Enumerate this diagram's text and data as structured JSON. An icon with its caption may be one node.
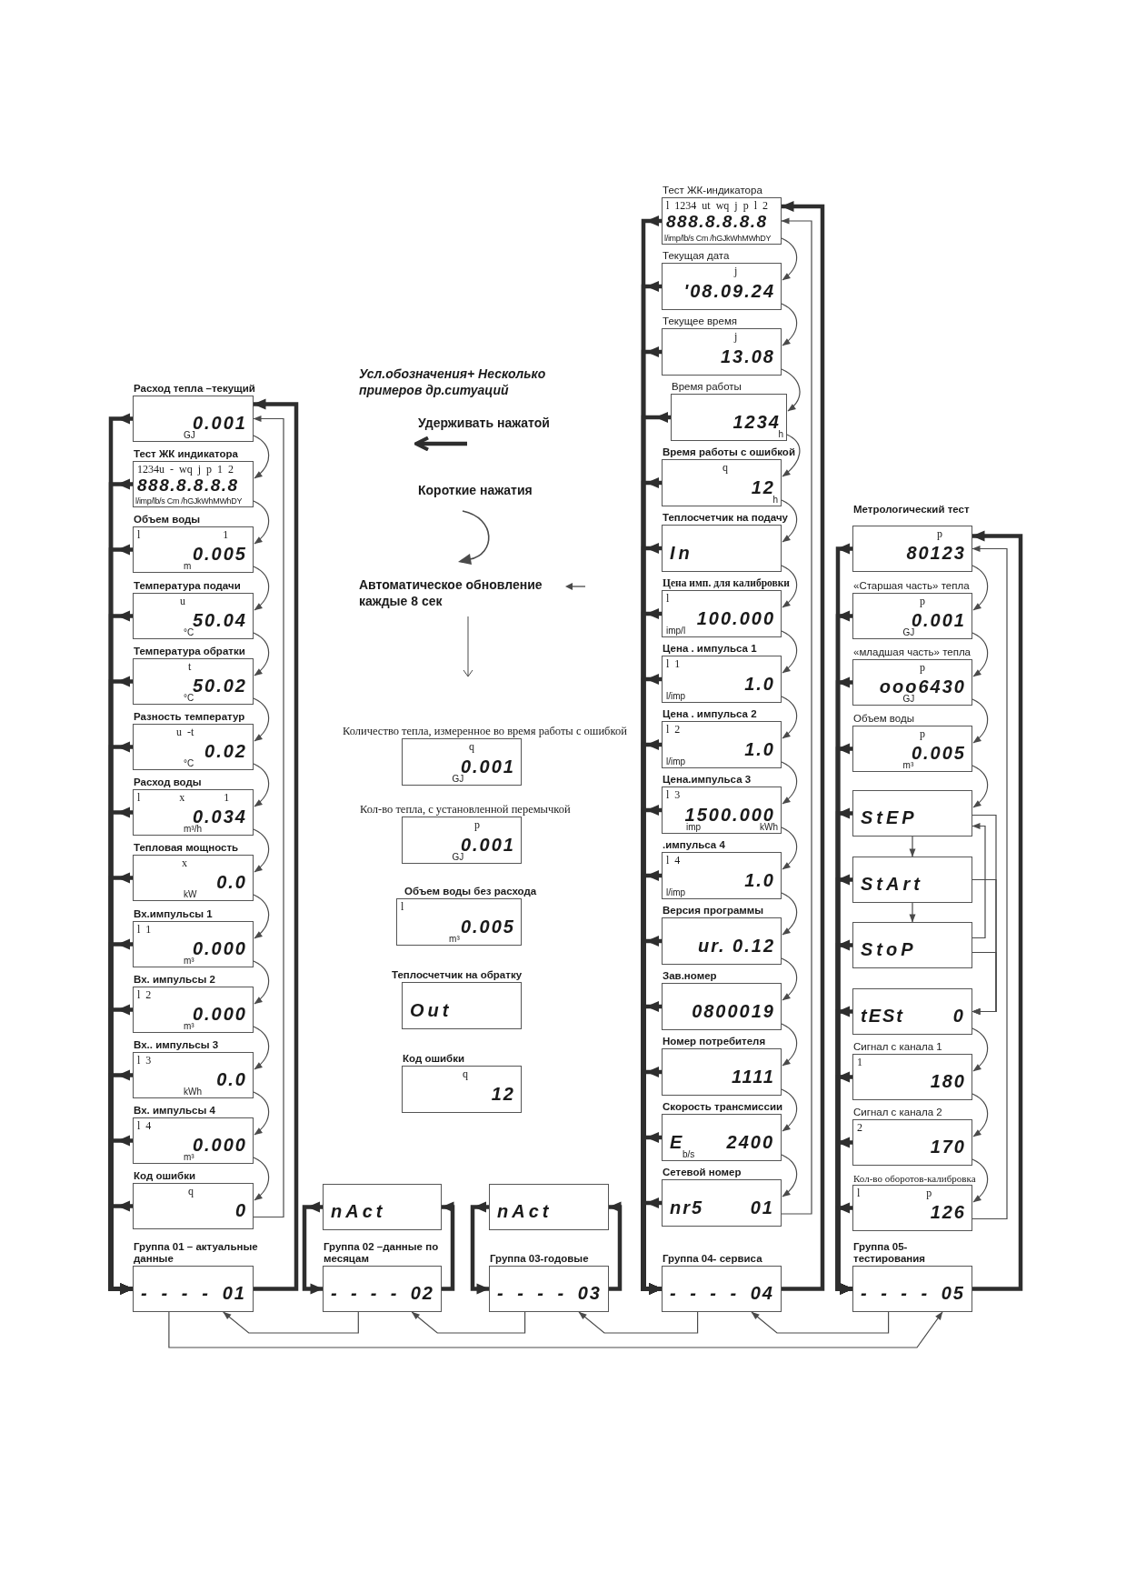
{
  "diagram": {
    "nodes": [
      {
        "text": [
          "Расход тепла –текущий",
          "0.001",
          "GJ"
        ]
      },
      {
        "text": [
          "Тест ЖК индикатора",
          "1234u - wq j p 1 2",
          "888.8.8.8.8",
          "l/imp/lb/s Cm /hGJkWhMWhDY"
        ]
      },
      {
        "text": [
          "Объем воды",
          "l 1",
          "0.005",
          "m"
        ]
      },
      {
        "text": [
          "Температура подачи",
          "u",
          "50.04",
          "°C"
        ]
      },
      {
        "text": [
          "Температура обратки",
          "t",
          "50.02",
          "°C"
        ]
      },
      {
        "text": [
          "Разность температур",
          "u -t",
          "0.02",
          "°C"
        ]
      },
      {
        "text": [
          "Расход воды",
          "l x 1",
          "0.034",
          "m³/h"
        ]
      },
      {
        "text": [
          "Тепловая мощность",
          "x",
          "0.0",
          "kW"
        ]
      },
      {
        "text": [
          "Вх.импульсы 1",
          "l 1",
          "0.000",
          "m³"
        ]
      },
      {
        "text": [
          "Вх. импульсы 2",
          "l 2",
          "0.000",
          "m³"
        ]
      },
      {
        "text": [
          "Вх.. импульсы 3",
          "l 3",
          "0.0",
          "kWh"
        ]
      },
      {
        "text": [
          "Вх. импульсы 4",
          "l 4",
          "0.000",
          "m³"
        ]
      },
      {
        "text": [
          "Код ошибки",
          "q",
          "0"
        ]
      },
      {
        "text": [
          "Группа 01 – актуальные данные",
          "- - - - 01"
        ]
      },
      {
        "text": [
          "Количество тепла, измеренное во время работы с ошибкой",
          "q",
          "0.001",
          "GJ"
        ]
      },
      {
        "text": [
          "Кол-во тепла, с установленной перемычкой",
          "p",
          "0.001",
          "GJ"
        ]
      },
      {
        "text": [
          "Объем воды без расхода",
          "l",
          "0.005",
          "m³"
        ]
      },
      {
        "text": [
          "Теплосчетчик на обратку",
          "Out"
        ]
      },
      {
        "text": [
          "Код ошибки",
          "q",
          "12"
        ]
      },
      {
        "text": [
          "nAct"
        ]
      },
      {
        "text": [
          "Группа 02 –данные по месяцам",
          "- - - - 02"
        ]
      },
      {
        "text": [
          "nAct"
        ]
      },
      {
        "text": [
          "Группа 03-годовые",
          "- - - - 03"
        ]
      },
      {
        "text": [
          "Тест ЖК-индикатора",
          "l 1234 ut wq j p l 2",
          "888.8.8.8.8",
          "l/imp/lb/s Cm /hGJkWhMWhDY"
        ]
      },
      {
        "text": [
          "Текущая дата",
          "j",
          "'08.09.24"
        ]
      },
      {
        "text": [
          "Текущее время",
          "j",
          "13.08"
        ]
      },
      {
        "text": [
          "Время работы",
          "1234",
          "h"
        ]
      },
      {
        "text": [
          "Время работы с ошибкой",
          "q",
          "12",
          "h"
        ]
      },
      {
        "text": [
          "Теплосчетчик на подачу",
          "In"
        ]
      },
      {
        "text": [
          "Цена имп. для калибровки",
          "l",
          "100.000",
          "imp/l"
        ]
      },
      {
        "text": [
          "Цена . импульса 1",
          "l 1",
          "1.0",
          "l/imp"
        ]
      },
      {
        "text": [
          "Цена . импульса 2",
          "l 2",
          "1.0",
          "l/imp"
        ]
      },
      {
        "text": [
          "Цена.импульса 3",
          "l 3",
          "1500.000",
          "imp",
          "kWh"
        ]
      },
      {
        "text": [
          ".импульса 4",
          "l 4",
          "1.0",
          "l/imp"
        ]
      },
      {
        "text": [
          "Версия программы",
          "ur. 0.12"
        ]
      },
      {
        "text": [
          "Зав.номер",
          "0800019"
        ]
      },
      {
        "text": [
          "Номер потребителя",
          "1111"
        ]
      },
      {
        "text": [
          "Скорость трансмиссии",
          "E 2400",
          "b/s"
        ]
      },
      {
        "text": [
          "Сетевой номер",
          "nr5 01"
        ]
      },
      {
        "text": [
          "Группа 04- сервиса",
          "- - - - 04"
        ]
      },
      {
        "text": [
          "Метрологический тест",
          "p",
          "80123"
        ]
      },
      {
        "text": [
          "«Старшая часть» тепла",
          "p",
          "0.001",
          "GJ"
        ]
      },
      {
        "text": [
          "«младшая часть» тепла",
          "p",
          "ooo6430",
          "GJ"
        ]
      },
      {
        "text": [
          "Объем воды",
          "p",
          "0.005",
          "m³"
        ]
      },
      {
        "text": [
          "StEP"
        ]
      },
      {
        "text": [
          "StArt"
        ]
      },
      {
        "text": [
          "StoP"
        ]
      },
      {
        "text": [
          "tESt 0"
        ]
      },
      {
        "text": [
          "Сигнал с канала 1",
          "1",
          "180"
        ]
      },
      {
        "text": [
          "Сигнал с канала 2",
          "2",
          "170"
        ]
      },
      {
        "text": [
          "Кол-во оборотов-калибровка",
          "l p",
          "126"
        ]
      },
      {
        "text": [
          "Группа 05- тестирования",
          "- - - - 05"
        ]
      }
    ],
    "edges": [
      {
        "from": 0,
        "to": 1,
        "arrow": "to"
      },
      {
        "from": 1,
        "to": 2,
        "arrow": "to"
      },
      {
        "from": 2,
        "to": 3,
        "arrow": "to"
      },
      {
        "from": 3,
        "to": 4,
        "arrow": "to"
      },
      {
        "from": 4,
        "to": 5,
        "arrow": "to"
      },
      {
        "from": 5,
        "to": 6,
        "arrow": "to"
      },
      {
        "from": 6,
        "to": 7,
        "arrow": "to"
      },
      {
        "from": 7,
        "to": 8,
        "arrow": "to"
      },
      {
        "from": 8,
        "to": 9,
        "arrow": "to"
      },
      {
        "from": 9,
        "to": 10,
        "arrow": "to"
      },
      {
        "from": 10,
        "to": 11,
        "arrow": "to"
      },
      {
        "from": 11,
        "to": 12,
        "arrow": "to"
      },
      {
        "from": 12,
        "to": 0,
        "arrow": "to"
      },
      {
        "from": 13,
        "to": 0,
        "arrow": "to",
        "style": "thick"
      },
      {
        "from": 0,
        "to": 13,
        "arrow": "to",
        "style": "thick"
      },
      {
        "from": 1,
        "to": 13,
        "arrow": "to",
        "style": "thick"
      },
      {
        "from": 2,
        "to": 13,
        "arrow": "to",
        "style": "thick"
      },
      {
        "from": 3,
        "to": 13,
        "arrow": "to",
        "style": "thick"
      },
      {
        "from": 4,
        "to": 13,
        "arrow": "to",
        "style": "thick"
      },
      {
        "from": 5,
        "to": 13,
        "arrow": "to",
        "style": "thick"
      },
      {
        "from": 6,
        "to": 13,
        "arrow": "to",
        "style": "thick"
      },
      {
        "from": 7,
        "to": 13,
        "arrow": "to",
        "style": "thick"
      },
      {
        "from": 8,
        "to": 13,
        "arrow": "to",
        "style": "thick"
      },
      {
        "from": 9,
        "to": 13,
        "arrow": "to",
        "style": "thick"
      },
      {
        "from": 10,
        "to": 13,
        "arrow": "to",
        "style": "thick"
      },
      {
        "from": 11,
        "to": 13,
        "arrow": "to",
        "style": "thick"
      },
      {
        "from": 12,
        "to": 13,
        "arrow": "to",
        "style": "thick"
      },
      {
        "from": 20,
        "to": 19,
        "arrow": "to",
        "style": "thick"
      },
      {
        "from": 19,
        "to": 20,
        "arrow": "to",
        "style": "thick"
      },
      {
        "from": 22,
        "to": 21,
        "arrow": "to",
        "style": "thick"
      },
      {
        "from": 21,
        "to": 22,
        "arrow": "to",
        "style": "thick"
      },
      {
        "from": 23,
        "to": 24,
        "arrow": "to"
      },
      {
        "from": 24,
        "to": 25,
        "arrow": "to"
      },
      {
        "from": 25,
        "to": 26,
        "arrow": "to"
      },
      {
        "from": 26,
        "to": 27,
        "arrow": "to"
      },
      {
        "from": 27,
        "to": 28,
        "arrow": "to"
      },
      {
        "from": 28,
        "to": 29,
        "arrow": "to"
      },
      {
        "from": 29,
        "to": 30,
        "arrow": "to"
      },
      {
        "from": 30,
        "to": 31,
        "arrow": "to"
      },
      {
        "from": 31,
        "to": 32,
        "arrow": "to"
      },
      {
        "from": 32,
        "to": 33,
        "arrow": "to"
      },
      {
        "from": 33,
        "to": 34,
        "arrow": "to"
      },
      {
        "from": 34,
        "to": 35,
        "arrow": "to"
      },
      {
        "from": 35,
        "to": 36,
        "arrow": "to"
      },
      {
        "from": 36,
        "to": 37,
        "arrow": "to"
      },
      {
        "from": 37,
        "to": 38,
        "arrow": "to"
      },
      {
        "from": 38,
        "to": 23,
        "arrow": "to"
      },
      {
        "from": 39,
        "to": 23,
        "arrow": "to",
        "style": "thick"
      },
      {
        "from": 23,
        "to": 39,
        "arrow": "to",
        "style": "thick"
      },
      {
        "from": 24,
        "to": 39,
        "arrow": "to",
        "style": "thick"
      },
      {
        "from": 25,
        "to": 39,
        "arrow": "to",
        "style": "thick"
      },
      {
        "from": 26,
        "to": 39,
        "arrow": "to",
        "style": "thick"
      },
      {
        "from": 27,
        "to": 39,
        "arrow": "to",
        "style": "thick"
      },
      {
        "from": 28,
        "to": 39,
        "arrow": "to",
        "style": "thick"
      },
      {
        "from": 29,
        "to": 39,
        "arrow": "to",
        "style": "thick"
      },
      {
        "from": 30,
        "to": 39,
        "arrow": "to",
        "style": "thick"
      },
      {
        "from": 31,
        "to": 39,
        "arrow": "to",
        "style": "thick"
      },
      {
        "from": 32,
        "to": 39,
        "arrow": "to",
        "style": "thick"
      },
      {
        "from": 33,
        "to": 39,
        "arrow": "to",
        "style": "thick"
      },
      {
        "from": 34,
        "to": 39,
        "arrow": "to",
        "style": "thick"
      },
      {
        "from": 35,
        "to": 39,
        "arrow": "to",
        "style": "thick"
      },
      {
        "from": 36,
        "to": 39,
        "arrow": "to",
        "style": "thick"
      },
      {
        "from": 37,
        "to": 39,
        "arrow": "to",
        "style": "thick"
      },
      {
        "from": 38,
        "to": 39,
        "arrow": "to",
        "style": "thick"
      },
      {
        "from": 40,
        "to": 41,
        "arrow": "to"
      },
      {
        "from": 41,
        "to": 42,
        "arrow": "to"
      },
      {
        "from": 42,
        "to": 43,
        "arrow": "to"
      },
      {
        "from": 43,
        "to": 44,
        "arrow": "to"
      },
      {
        "from": 44,
        "to": 45,
        "arrow": "to"
      },
      {
        "from": 45,
        "to": 46,
        "arrow": "to"
      },
      {
        "from": 46,
        "to": 44,
        "arrow": "to"
      },
      {
        "from": 44,
        "to": 47,
        "arrow": "to"
      },
      {
        "from": 45,
        "to": 47,
        "arrow": "to"
      },
      {
        "from": 46,
        "to": 47,
        "arrow": "to"
      },
      {
        "from": 47,
        "to": 48,
        "arrow": "to"
      },
      {
        "from": 48,
        "to": 49,
        "arrow": "to"
      },
      {
        "from": 49,
        "to": 50,
        "arrow": "to"
      },
      {
        "from": 50,
        "to": 40,
        "arrow": "to"
      },
      {
        "from": 51,
        "to": 40,
        "arrow": "to",
        "style": "thick"
      },
      {
        "from": 40,
        "to": 51,
        "arrow": "to",
        "style": "thick"
      },
      {
        "from": 41,
        "to": 51,
        "arrow": "to",
        "style": "thick"
      },
      {
        "from": 42,
        "to": 51,
        "arrow": "to",
        "style": "thick"
      },
      {
        "from": 43,
        "to": 51,
        "arrow": "to",
        "style": "thick"
      },
      {
        "from": 44,
        "to": 51,
        "arrow": "to",
        "style": "thick"
      },
      {
        "from": 45,
        "to": 51,
        "arrow": "to",
        "style": "thick"
      },
      {
        "from": 46,
        "to": 51,
        "arrow": "to",
        "style": "thick"
      },
      {
        "from": 47,
        "to": 51,
        "arrow": "to",
        "style": "thick"
      },
      {
        "from": 48,
        "to": 51,
        "arrow": "to",
        "style": "thick"
      },
      {
        "from": 49,
        "to": 51,
        "arrow": "to",
        "style": "thick"
      },
      {
        "from": 50,
        "to": 51,
        "arrow": "to",
        "style": "thick"
      },
      {
        "from": 13,
        "to": 51,
        "arrow": "to"
      },
      {
        "from": 20,
        "to": 13,
        "arrow": "to"
      },
      {
        "from": 22,
        "to": 20,
        "arrow": "to"
      },
      {
        "from": 39,
        "to": 22,
        "arrow": "to"
      },
      {
        "from": 51,
        "to": 39,
        "arrow": "to"
      }
    ],
    "labels": [
      "Усл.обозначения+ Несколько примеров др.ситуаций"
    ],
    "legend": [
      {
        "text": "Удерживать нажатой"
      },
      {
        "text": "Короткие нажатия"
      },
      {
        "text": "Автоматическое обновление каждые 8 сек"
      }
    ]
  }
}
